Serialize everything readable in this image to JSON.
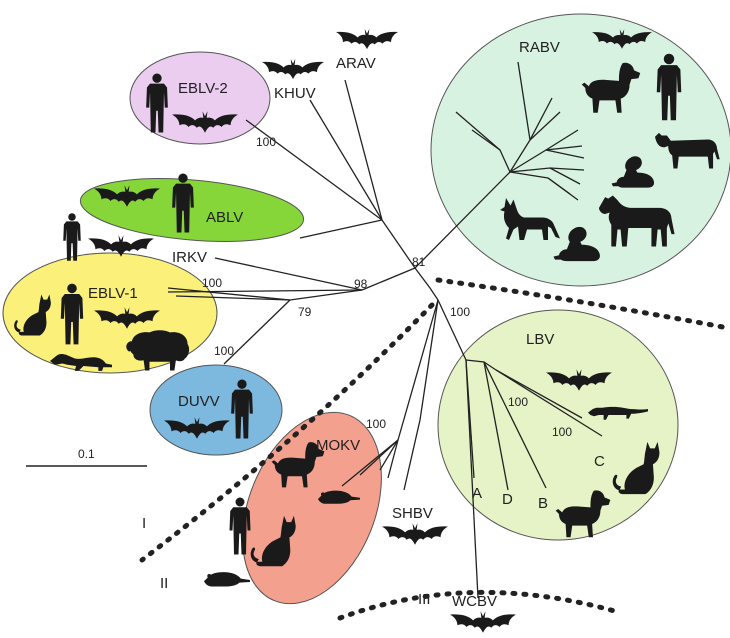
{
  "colors": {
    "rabv": "#d8f2e2",
    "eblv2": "#ebcdf0",
    "ablv": "#86d63a",
    "eblv1": "#fbf07a",
    "duvv": "#7db8df",
    "mokv": "#f4a08e",
    "lbv": "#e6f3c6",
    "ellipse_stroke": "#555555",
    "silhouette": "#1a1a1a"
  },
  "lineages": {
    "rabv": "RABV",
    "eblv2": "EBLV-2",
    "khuv": "KHUV",
    "arav": "ARAV",
    "ablv": "ABLV",
    "irkv": "IRKV",
    "eblv1": "EBLV-1",
    "duvv": "DUVV",
    "mokv": "MOKV",
    "shbv": "SHBV",
    "lbv": "LBV",
    "wcbv": "WCBV"
  },
  "lbv_subtypes": [
    "A",
    "B",
    "C",
    "D"
  ],
  "bootstrap": {
    "eblv2": "100",
    "center": "81",
    "irkv": "98",
    "eblv1": "100",
    "b79": "79",
    "duvv": "100",
    "phylo2": "100",
    "mokv": "100",
    "lbv_inner": "100",
    "lbv_c": "100"
  },
  "phylogroups": {
    "one": "I",
    "two": "II",
    "three": "III"
  },
  "scale_bar": "0.1",
  "icons": [
    "bat-icon",
    "human-icon",
    "dog-icon",
    "cat-icon",
    "sheep-icon",
    "cow-icon",
    "horse-icon",
    "fox-icon",
    "skunk-icon",
    "mongoose-icon",
    "shrew-icon",
    "ferret-icon"
  ]
}
